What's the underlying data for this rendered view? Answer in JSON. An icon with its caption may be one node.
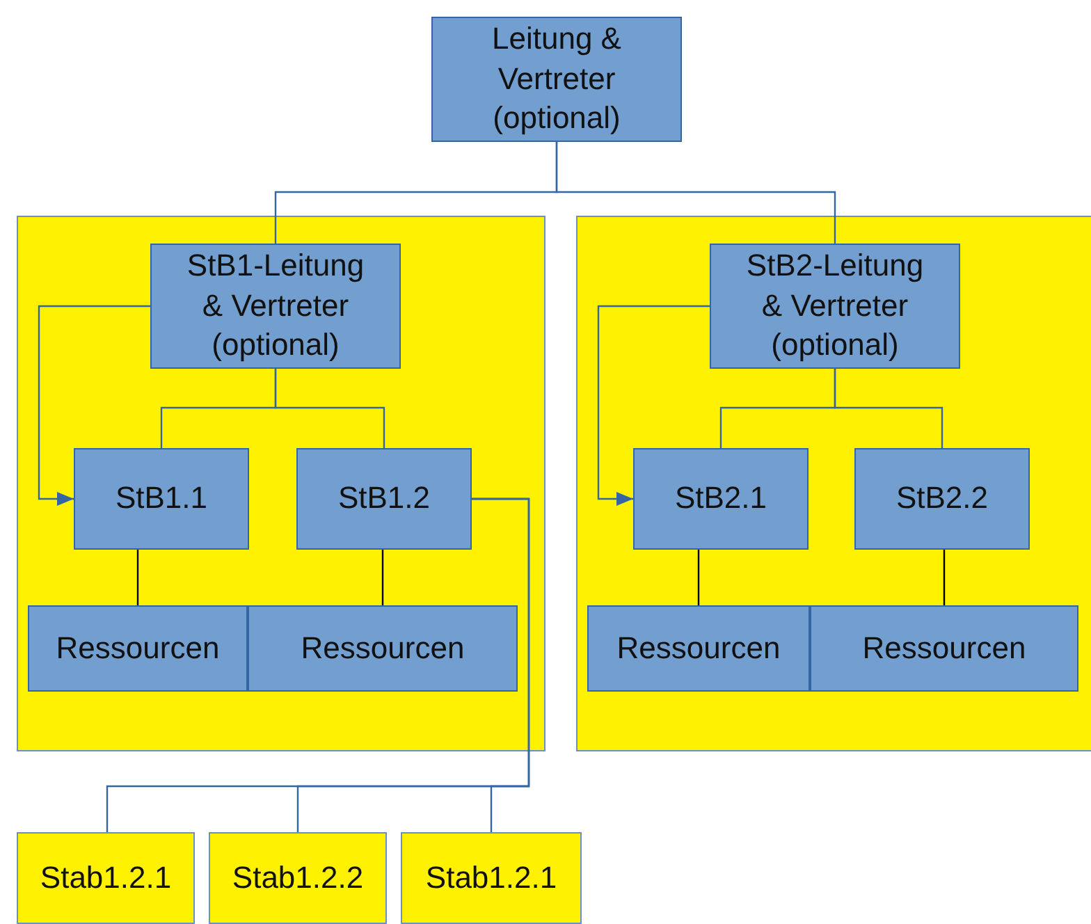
{
  "diagram": {
    "nodes": [
      {
        "text": [
          "Leitung & Vertreter (optional)"
        ]
      },
      {
        "text": [],
        "shape": "box"
      },
      {
        "text": [
          "StB1-Leitung & Vertreter (optional)"
        ],
        "in": 1
      },
      {
        "text": [
          "StB1.1"
        ],
        "in": 1
      },
      {
        "text": [
          "StB1.2"
        ],
        "in": 1
      },
      {
        "text": [
          "Ressourcen"
        ],
        "in": 1
      },
      {
        "text": [
          "Ressourcen"
        ],
        "in": 1
      },
      {
        "text": [],
        "shape": "box"
      },
      {
        "text": [
          "StB2-Leitung & Vertreter (optional)"
        ],
        "in": 7
      },
      {
        "text": [
          "StB2.1"
        ],
        "in": 7
      },
      {
        "text": [
          "StB2.2"
        ],
        "in": 7
      },
      {
        "text": [
          "Ressourcen"
        ],
        "in": 7
      },
      {
        "text": [
          "Ressourcen"
        ],
        "in": 7
      },
      {
        "text": [
          "Stab1.2.1"
        ]
      },
      {
        "text": [
          "Stab1.2.2"
        ]
      },
      {
        "text": [
          "Stab1.2.1"
        ]
      }
    ],
    "edges": [
      {
        "from": 0,
        "to": 2,
        "arrow": "none"
      },
      {
        "from": 0,
        "to": 8,
        "arrow": "none"
      },
      {
        "from": 2,
        "to": 3,
        "arrow": "none"
      },
      {
        "from": 2,
        "to": 4,
        "arrow": "none"
      },
      {
        "from": 2,
        "to": 3,
        "arrow": "to"
      },
      {
        "from": 3,
        "to": 5,
        "arrow": "none",
        "color": "#000000"
      },
      {
        "from": 4,
        "to": 6,
        "arrow": "none",
        "color": "#000000"
      },
      {
        "from": 8,
        "to": 9,
        "arrow": "none"
      },
      {
        "from": 8,
        "to": 10,
        "arrow": "none"
      },
      {
        "from": 8,
        "to": 9,
        "arrow": "to"
      },
      {
        "from": 9,
        "to": 11,
        "arrow": "none",
        "color": "#000000"
      },
      {
        "from": 10,
        "to": 12,
        "arrow": "none",
        "color": "#000000"
      },
      {
        "from": 4,
        "to": 13,
        "arrow": "none"
      },
      {
        "from": 4,
        "to": 14,
        "arrow": "none"
      },
      {
        "from": 4,
        "to": 15,
        "arrow": "none"
      }
    ]
  }
}
